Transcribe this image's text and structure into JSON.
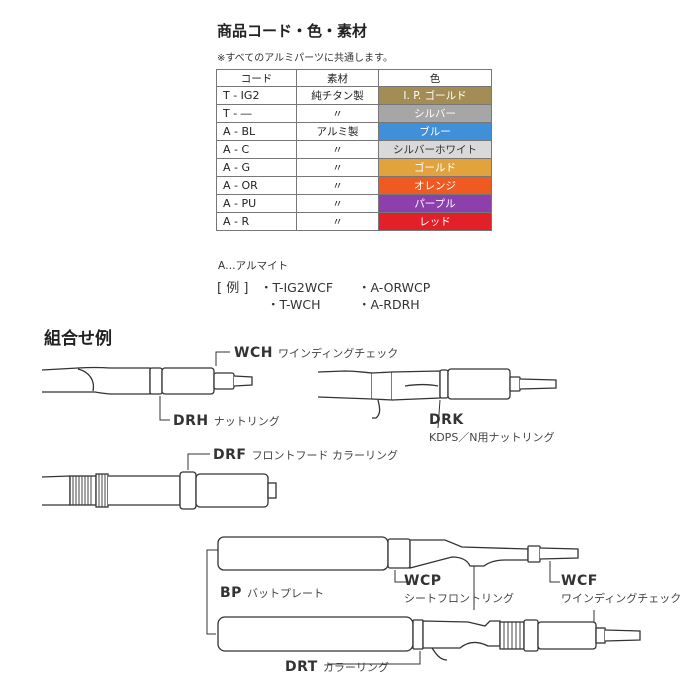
{
  "header": {
    "title": "商品コード・色・素材",
    "note": "※すべてのアルミパーツに共通します。"
  },
  "table": {
    "headers": [
      "コード",
      "素材",
      "色"
    ],
    "rows": [
      {
        "code": "T - IG2",
        "material": "純チタン製",
        "color": "I. P. ゴールド",
        "bg": "#a48d55",
        "fg": "#ffffff"
      },
      {
        "code": "T - ―",
        "material": "〃",
        "color": "シルバー",
        "bg": "#a6a6a6",
        "fg": "#ffffff"
      },
      {
        "code": "A - BL",
        "material": "アルミ製",
        "color": "ブルー",
        "bg": "#3f8fd9",
        "fg": "#ffffff"
      },
      {
        "code": "A - C",
        "material": "〃",
        "color": "シルバーホワイト",
        "bg": "#d9d9d9",
        "fg": "#333333"
      },
      {
        "code": "A - G",
        "material": "〃",
        "color": "ゴールド",
        "bg": "#e2a23c",
        "fg": "#ffffff"
      },
      {
        "code": "A - OR",
        "material": "〃",
        "color": "オレンジ",
        "bg": "#ee5a22",
        "fg": "#ffffff"
      },
      {
        "code": "A - PU",
        "material": "〃",
        "color": "パープル",
        "bg": "#8e3fae",
        "fg": "#ffffff"
      },
      {
        "code": "A - R",
        "material": "〃",
        "color": "レッド",
        "bg": "#e22028",
        "fg": "#ffffff"
      }
    ]
  },
  "legend": "A…アルマイト",
  "example": {
    "label": "[ 例 ]",
    "items": [
      "・T-IG2WCF",
      "・A-ORWCP",
      "・T-WCH",
      "・A-RDRH"
    ]
  },
  "combo": {
    "title": "組合せ例",
    "labels": {
      "wch": {
        "code": "WCH",
        "jp": "ワインディングチェック"
      },
      "drh": {
        "code": "DRH",
        "jp": "ナットリング"
      },
      "drk": {
        "code": "DRK",
        "jp": "KDPS／N用ナットリング"
      },
      "drf": {
        "code": "DRF",
        "jp": "フロントフード カラーリング"
      },
      "bp": {
        "code": "BP",
        "jp": "バットプレート"
      },
      "wcp": {
        "code": "WCP",
        "jp": "シートフロントリング"
      },
      "wcf": {
        "code": "WCF",
        "jp": "ワインディングチェック"
      },
      "drt": {
        "code": "DRT",
        "jp": "カラーリング"
      }
    }
  },
  "colors": {
    "line": "#333333",
    "part_fill": "#ffffff"
  }
}
